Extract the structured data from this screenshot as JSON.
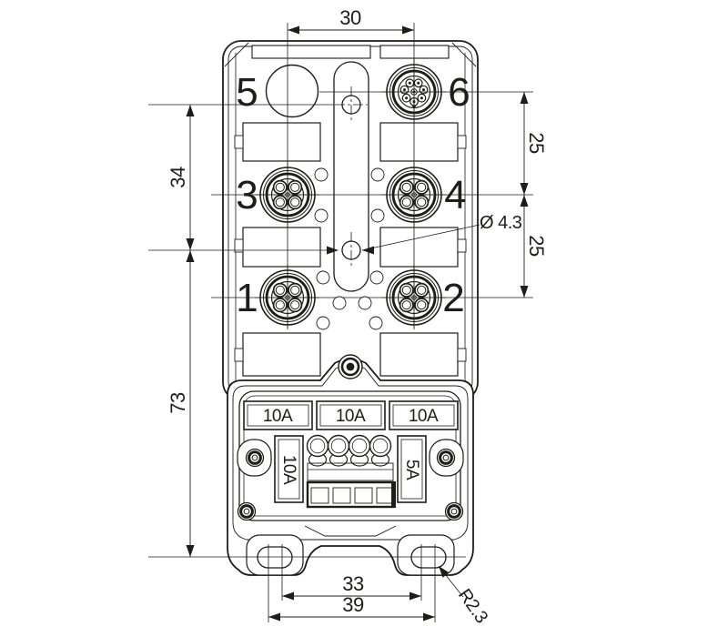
{
  "drawing": {
    "kind": "technical-dimension-drawing",
    "colors": {
      "line": "#1d1d1b",
      "background": "#ffffff"
    }
  },
  "dims": {
    "top_width": "30",
    "pitch_upper": "25",
    "pitch_lower": "25",
    "hole_offset": "34",
    "body_height": "73",
    "hole_dia": "Ø 4.3",
    "foot_inner": "33",
    "foot_outer": "39",
    "slot_radius": "R2.3"
  },
  "ports": [
    "1",
    "2",
    "3",
    "4",
    "5",
    "6"
  ],
  "fuses": {
    "top": [
      "10A",
      "10A",
      "10A"
    ],
    "side_left": "10A",
    "side_right": "5A"
  }
}
